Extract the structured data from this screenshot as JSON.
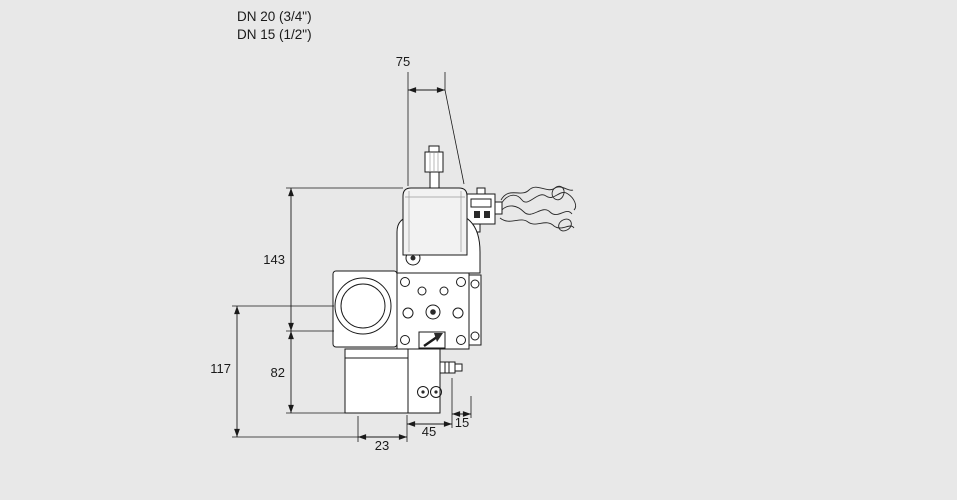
{
  "product": {
    "dn_line1": "DN 20 (3/4\")",
    "dn_line2": "DN 15 (1/2\")"
  },
  "dimensions": {
    "coil_width": "75",
    "height_upper": "143",
    "height_left": "117",
    "height_lower": "82",
    "bottom_offset": "23",
    "bottom_width": "45",
    "nipple_offset": "15"
  },
  "colors": {
    "background": "#e8e8e8",
    "line": "#1a1a1a",
    "fill": "#ffffff"
  }
}
